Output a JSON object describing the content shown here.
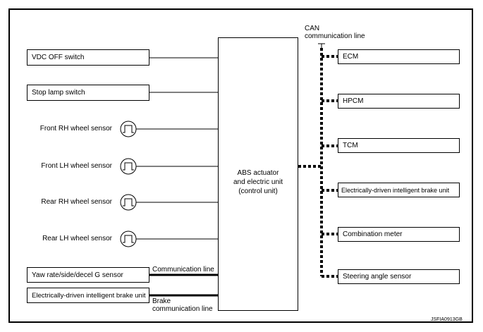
{
  "left_switches": [
    {
      "label": "VDC OFF switch"
    },
    {
      "label": "Stop lamp switch"
    }
  ],
  "wheel_sensors": [
    {
      "label": "Front RH wheel sensor"
    },
    {
      "label": "Front LH wheel sensor"
    },
    {
      "label": "Rear RH wheel sensor"
    },
    {
      "label": "Rear LH wheel sensor"
    }
  ],
  "comm_units": [
    {
      "label": "Yaw rate/side/decel G sensor",
      "line_label": "Communication line"
    },
    {
      "label": "Electrically-driven intelligent brake unit",
      "line_label": "Brake\ncommunication line"
    }
  ],
  "center_unit": {
    "label": "ABS actuator\nand electric unit\n(control unit)"
  },
  "can_bus": {
    "label": "CAN\ncommunication line"
  },
  "can_units": [
    {
      "label": "ECM"
    },
    {
      "label": "HPCM"
    },
    {
      "label": "TCM"
    },
    {
      "label": "Electrically-driven intelligent brake unit"
    },
    {
      "label": "Combination meter"
    },
    {
      "label": "Steering angle sensor"
    }
  ],
  "figure_code": "JSFIA0913GB"
}
